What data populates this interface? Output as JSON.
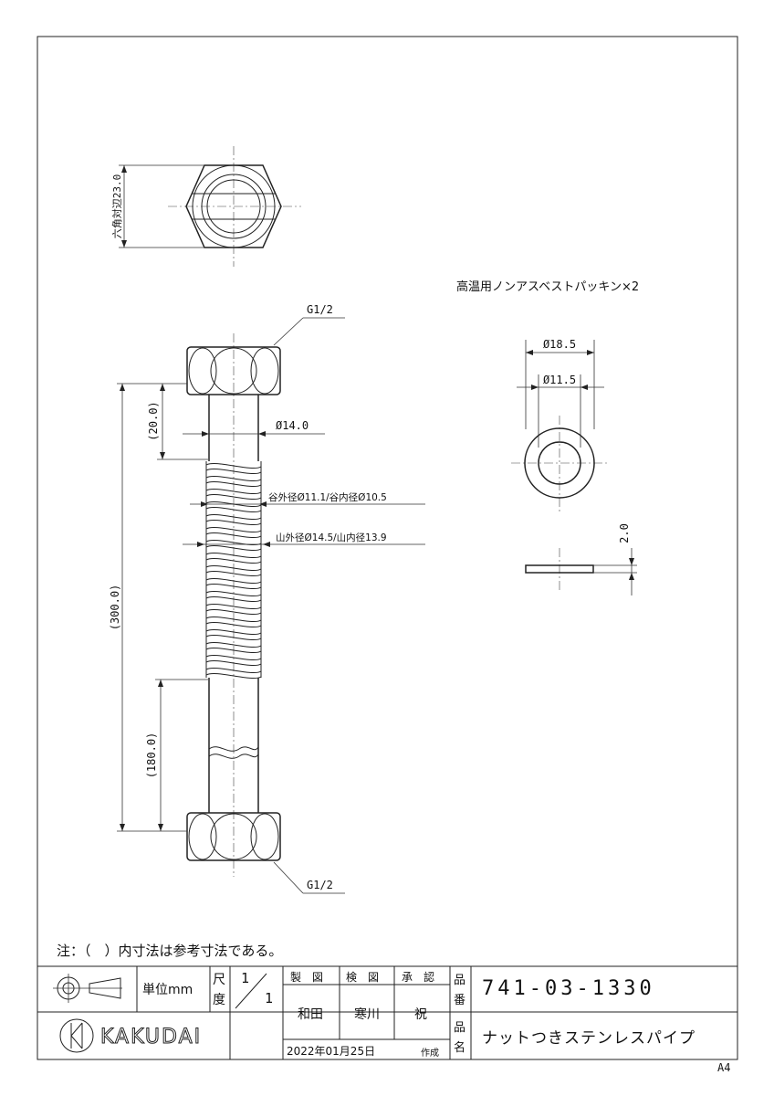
{
  "drawing": {
    "hex_dimension": "六角対辺23.0",
    "thread_top": "G1/2",
    "thread_bottom": "G1/2",
    "dim_nut_length": "(20.0)",
    "dim_total_length": "(300.0)",
    "dim_straight_length": "(180.0)",
    "dim_diameter": "Ø14.0",
    "dim_valley": "谷外径Ø11.1/谷内径Ø10.5",
    "dim_peak": "山外径Ø14.5/山内径13.9",
    "packing_title": "高温用ノンアスベストパッキン×2",
    "packing_outer": "Ø18.5",
    "packing_inner": "Ø11.5",
    "packing_thickness": "2.0"
  },
  "note": "注：（　）内寸法は参考寸法である。",
  "title_block": {
    "unit_label": "単位mm",
    "scale_label_1": "尺",
    "scale_label_2": "度",
    "scale_num": "1",
    "scale_den": "1",
    "made_label": "製　図",
    "checked_label": "検　図",
    "approved_label": "承　認",
    "made_by": "和田",
    "checked_by": "寒川",
    "approved_by": "祝",
    "part_no_label_1": "品",
    "part_no_label_2": "番",
    "part_no": "741-03-1330",
    "name_label_1": "品",
    "name_label_2": "名",
    "part_name": "ナットつきステンレスパイプ",
    "date": "2022年01月25日",
    "date_suffix": "作成",
    "company": "KAKUDAI"
  },
  "paper_size": "A4"
}
